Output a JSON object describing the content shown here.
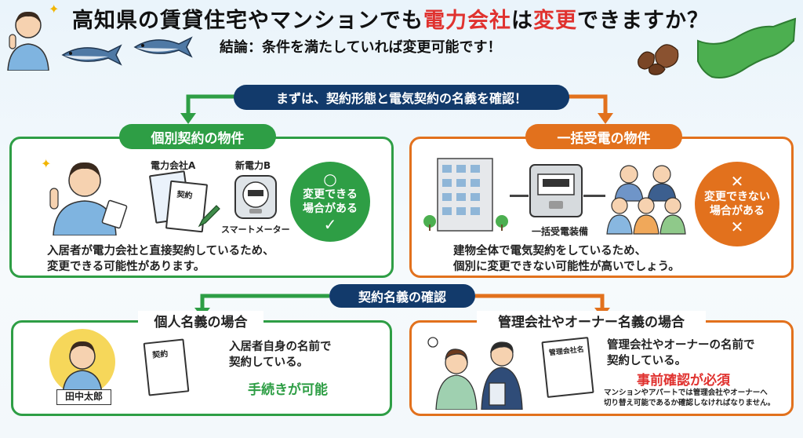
{
  "header": {
    "title_part1": "高知県の賃貸住宅やマンションでも",
    "title_accent1": "電力会社",
    "title_part2": "は",
    "title_accent2": "変更",
    "title_part3": "できますか？",
    "subtitle": "結論：条件を満たしていれば変更可能です！"
  },
  "top_pill": "まずは、契約形態と電気契約の名義を確認！",
  "left_card": {
    "label": "個別契約の物件",
    "doc_a_caption": "電力会社A",
    "doc_b_caption": "新電力B",
    "doc_text": "契約",
    "meter_caption": "スマートメーター",
    "badge_symbol": "○",
    "badge_line1": "変更できる",
    "badge_line2": "場合がある",
    "badge_check": "✓",
    "text_line1": "入居者が電力会社と直接契約しているため、",
    "text_line2": "変更できる可能性があります。"
  },
  "right_card": {
    "label": "一括受電の物件",
    "equipment_caption": "一括受電装備",
    "badge_symbol": "✕",
    "badge_line1": "変更できない",
    "badge_line2": "場合がある",
    "badge_cross": "✕",
    "text_line1": "建物全体で電気契約をしているため、",
    "text_line2": "個別に変更できない可能性が高いでしょう。"
  },
  "mid_pill": "契約名義の確認",
  "bottom_left": {
    "label": "個人名義の場合",
    "name_tag": "田中太郎",
    "doc_text": "契約",
    "text_line1": "入居者自身の名前で",
    "text_line2": "契約している。",
    "result": "手続きが可能"
  },
  "bottom_right": {
    "label": "管理会社やオーナー名義の場合",
    "doc_text": "管理会社名",
    "text_line1": "管理会社やオーナーの名前で",
    "text_line2": "契約している。",
    "result": "事前確認が必須",
    "note_line1": "マンションやアパートでは管理会社やオーナーへ",
    "note_line2": "切り替え可能であるか確認しなければなりません。"
  },
  "colors": {
    "green": "#2e9e45",
    "orange": "#e2711d",
    "navy": "#123a6b",
    "red_accent": "#e0322f"
  }
}
